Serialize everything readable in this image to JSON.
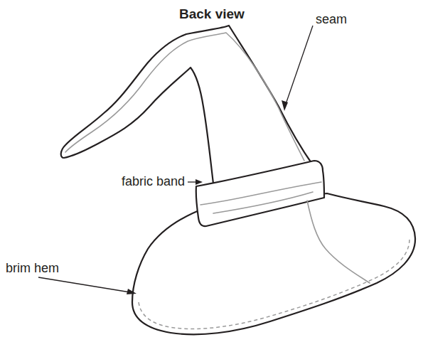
{
  "diagram": {
    "title": "Back view",
    "labels": [
      "seam",
      "fabric band",
      "brim hem"
    ]
  }
}
